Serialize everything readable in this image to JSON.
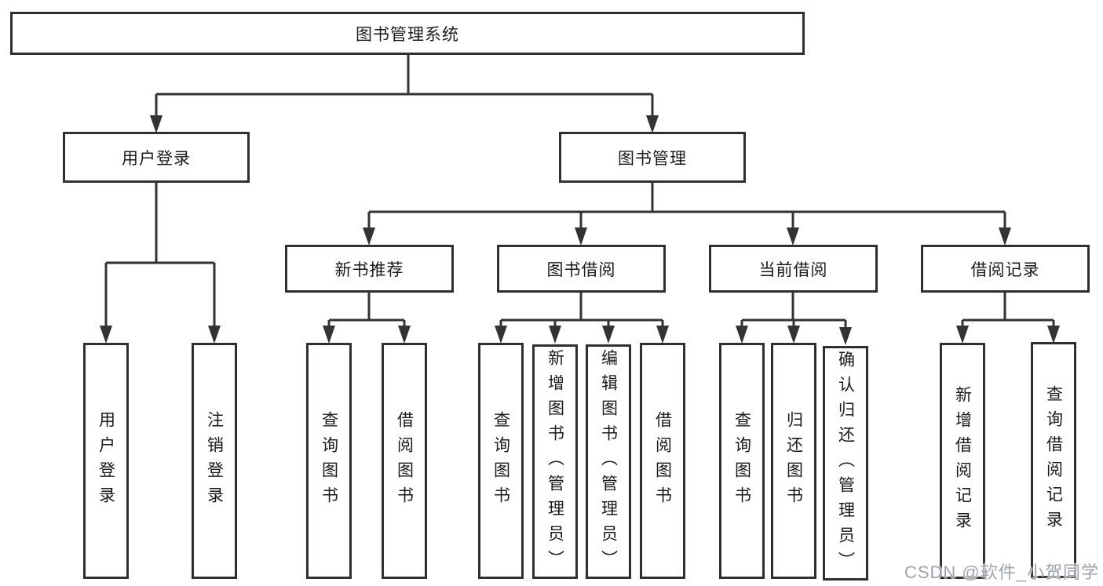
{
  "diagram": {
    "root": {
      "label": "图书管理系统",
      "children": [
        {
          "label": "用户登录",
          "children": [
            {
              "label": "用户登录"
            },
            {
              "label": "注销登录"
            }
          ]
        },
        {
          "label": "图书管理",
          "children": [
            {
              "label": "新书推荐",
              "children": [
                {
                  "label": "查询图书"
                },
                {
                  "label": "借阅图书"
                }
              ]
            },
            {
              "label": "图书借阅",
              "children": [
                {
                  "label": "查询图书"
                },
                {
                  "label": "新增图书（管理员）"
                },
                {
                  "label": "编辑图书（管理员）"
                },
                {
                  "label": "借阅图书"
                }
              ]
            },
            {
              "label": "当前借阅",
              "children": [
                {
                  "label": "查询图书"
                },
                {
                  "label": "归还图书"
                },
                {
                  "label": "确认归还（管理员）"
                }
              ]
            },
            {
              "label": "借阅记录",
              "children": [
                {
                  "label": "新增借阅记录"
                },
                {
                  "label": "查询借阅记录"
                }
              ]
            }
          ]
        }
      ]
    },
    "colors": {
      "border": "#2f2f2f",
      "line": "#333333",
      "text": "#1a1a1a",
      "background": "#ffffff",
      "watermark_gray": "#8e939b"
    }
  },
  "watermark": {
    "text": "CSDN @软件_小贺同学"
  }
}
